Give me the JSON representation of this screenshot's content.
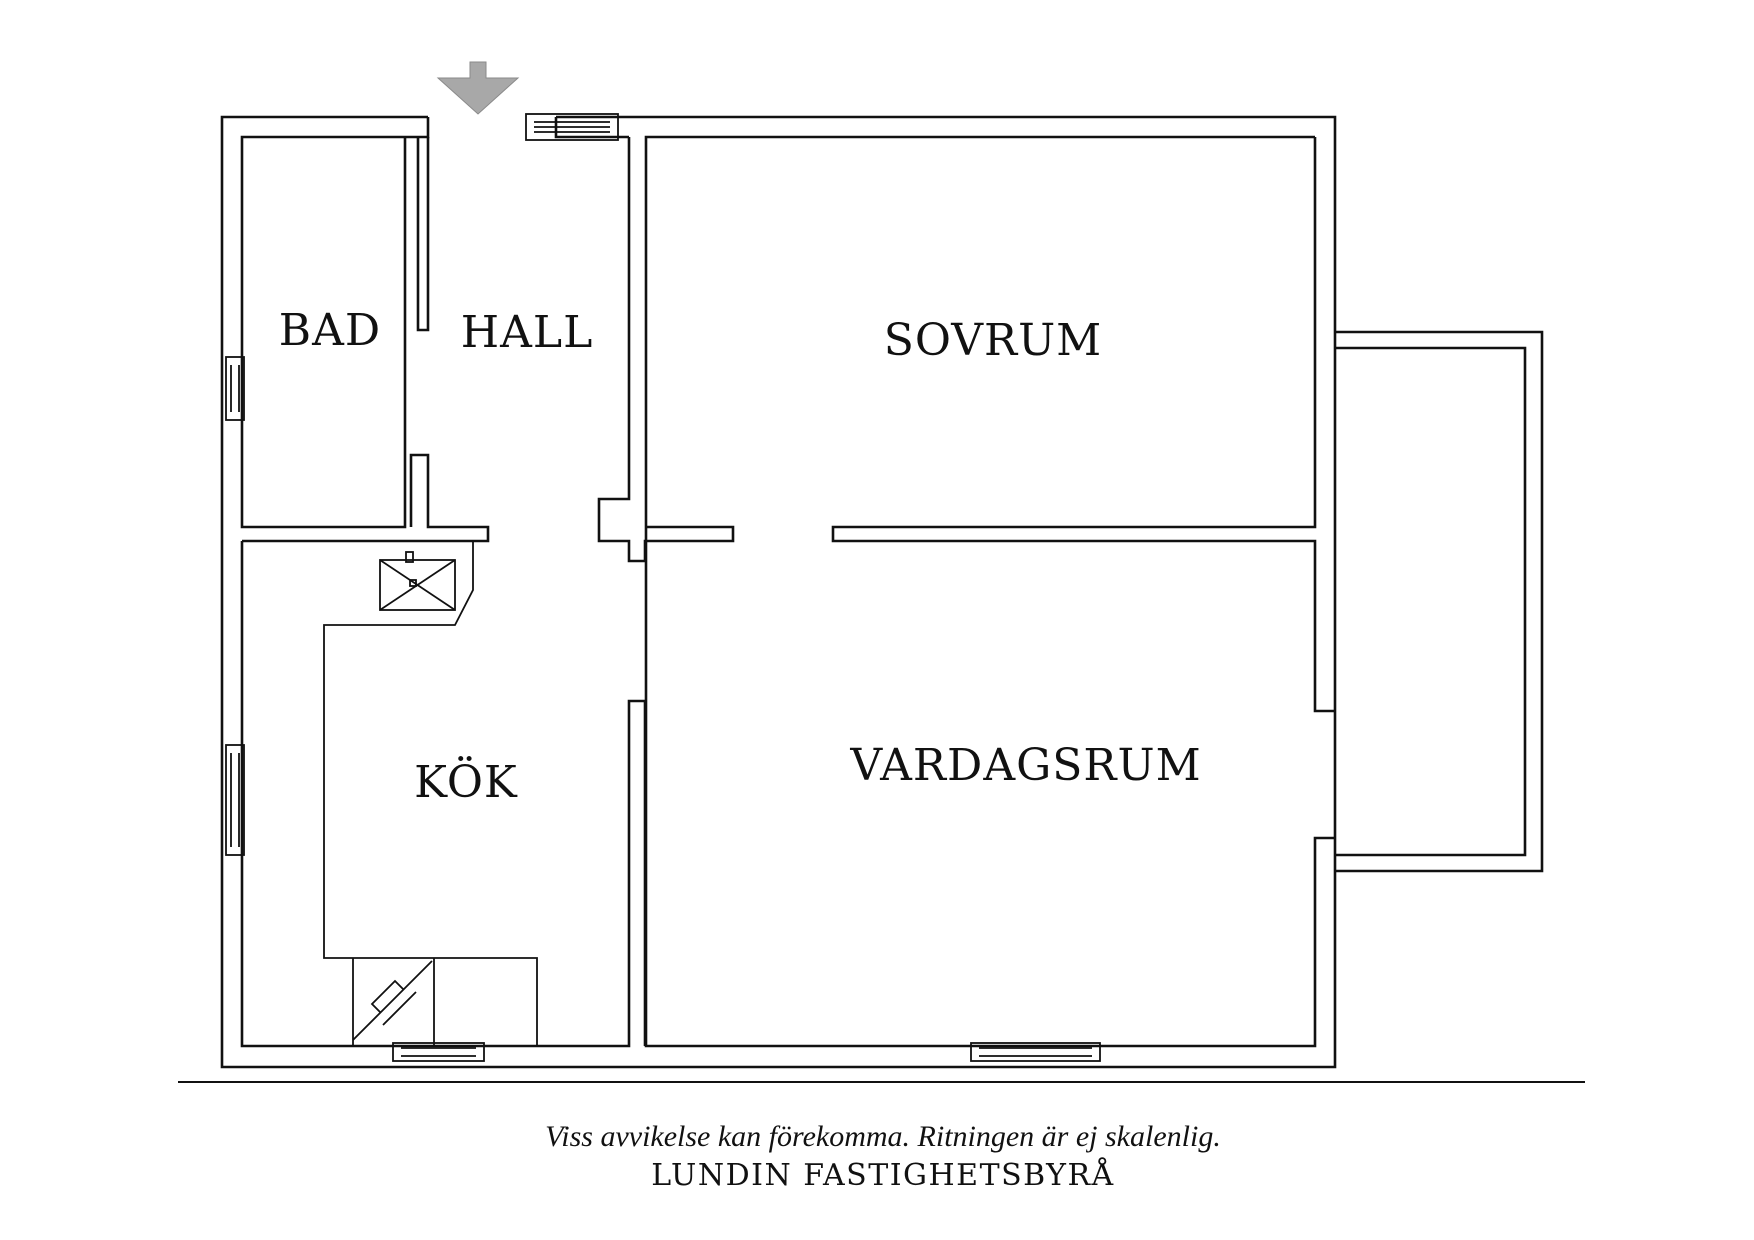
{
  "rooms": {
    "bad": "BAD",
    "hall": "HALL",
    "sovrum": "SOVRUM",
    "kok": "KÖK",
    "vardagsrum": "VARDAGSRUM"
  },
  "footer": {
    "disclaimer": "Viss avvikelse kan förekomma. Ritningen är ej skalenlig.",
    "brand": "LUNDIN FASTIGHETSBYRÅ"
  },
  "colors": {
    "lines": "#111111",
    "entrance_arrow": "#a8a8a8",
    "background": "#ffffff"
  }
}
